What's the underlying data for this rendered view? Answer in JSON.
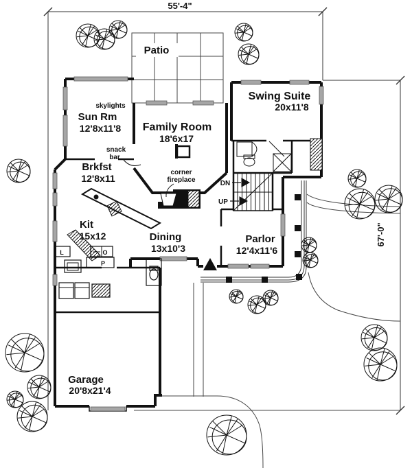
{
  "colors": {
    "ink": "#111111",
    "window": "#a6a6a6",
    "paper": "#ffffff"
  },
  "dimensions": {
    "top": "55'-4\"",
    "right": "67'-0\""
  },
  "rooms": {
    "patio": {
      "name": "Patio"
    },
    "sun_room": {
      "name": "Sun Rm",
      "size": "12'8x11'8"
    },
    "family_room": {
      "name": "Family Room",
      "size": "18'6x17"
    },
    "swing_suite": {
      "name": "Swing Suite",
      "size": "20x11'8"
    },
    "breakfast": {
      "name": "Brkfst",
      "size": "12'8x11"
    },
    "kitchen": {
      "name": "Kit",
      "size": "15x12"
    },
    "dining": {
      "name": "Dining",
      "size": "13x10'3"
    },
    "parlor": {
      "name": "Parlor",
      "size": "12'4x11'6"
    },
    "garage": {
      "name": "Garage",
      "size": "20'8x21'4"
    }
  },
  "annotations": {
    "skylights": "skylights",
    "snack_bar_line1": "snack",
    "snack_bar_line2": "bar",
    "fireplace_line1": "corner",
    "fireplace_line2": "fireplace",
    "stairs_down": "DN",
    "stairs_up": "UP",
    "label_l": "L",
    "label_o": "O",
    "label_p": "P"
  }
}
